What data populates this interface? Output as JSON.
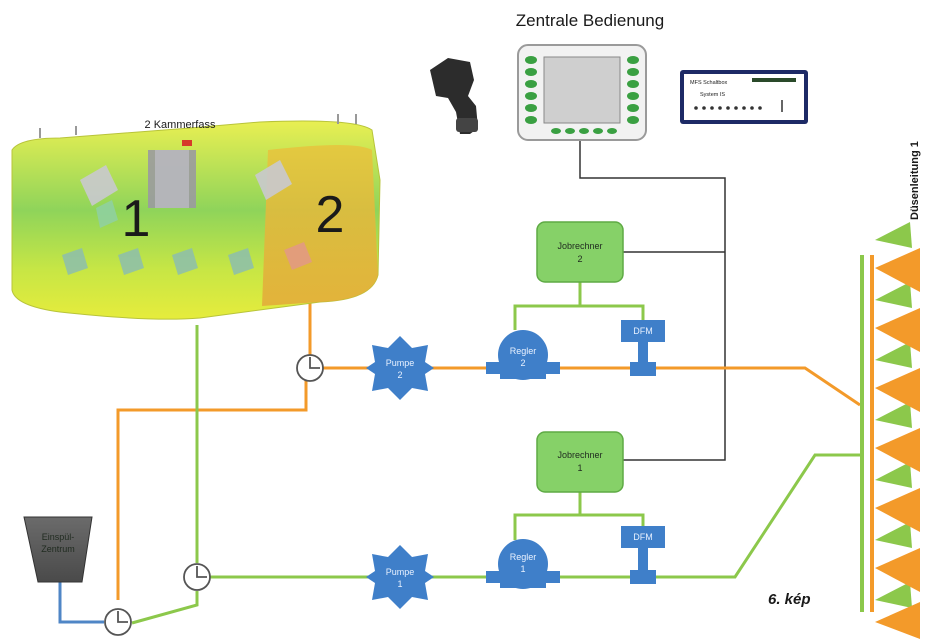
{
  "title": "Zentrale Bedienung",
  "tank": {
    "label": "2 Kammerfass",
    "chamber_1": "1",
    "chamber_2": "2"
  },
  "terminal": {
    "brand_line": "MFS Schaltbox",
    "system_line": "System IS"
  },
  "nodes": {
    "jobrechner_2": {
      "line1": "Jobrechner",
      "line2": "2"
    },
    "jobrechner_1": {
      "line1": "Jobrechner",
      "line2": "1"
    },
    "pumpe_2": {
      "line1": "Pumpe",
      "line2": "2"
    },
    "pumpe_1": {
      "line1": "Pumpe",
      "line2": "1"
    },
    "regler_2": {
      "line1": "Regler",
      "line2": "2"
    },
    "regler_1": {
      "line1": "Regler",
      "line2": "1"
    },
    "dfm_2": "DFM",
    "dfm_1": "DFM",
    "einspuel": {
      "line1": "Einspül-",
      "line2": "Zentrum"
    }
  },
  "boom_label": "Düsenleitung 1",
  "caption": "6. kép",
  "colors": {
    "orange_line": "#f39a2a",
    "green_line": "#8cc84b",
    "blue_line": "#4f86c6",
    "green_box": "#86d168",
    "blue_component": "#3f7fc9",
    "wire": "#333333",
    "tank_yellow": "#e6ec3c",
    "tank_green": "#56c65b"
  }
}
